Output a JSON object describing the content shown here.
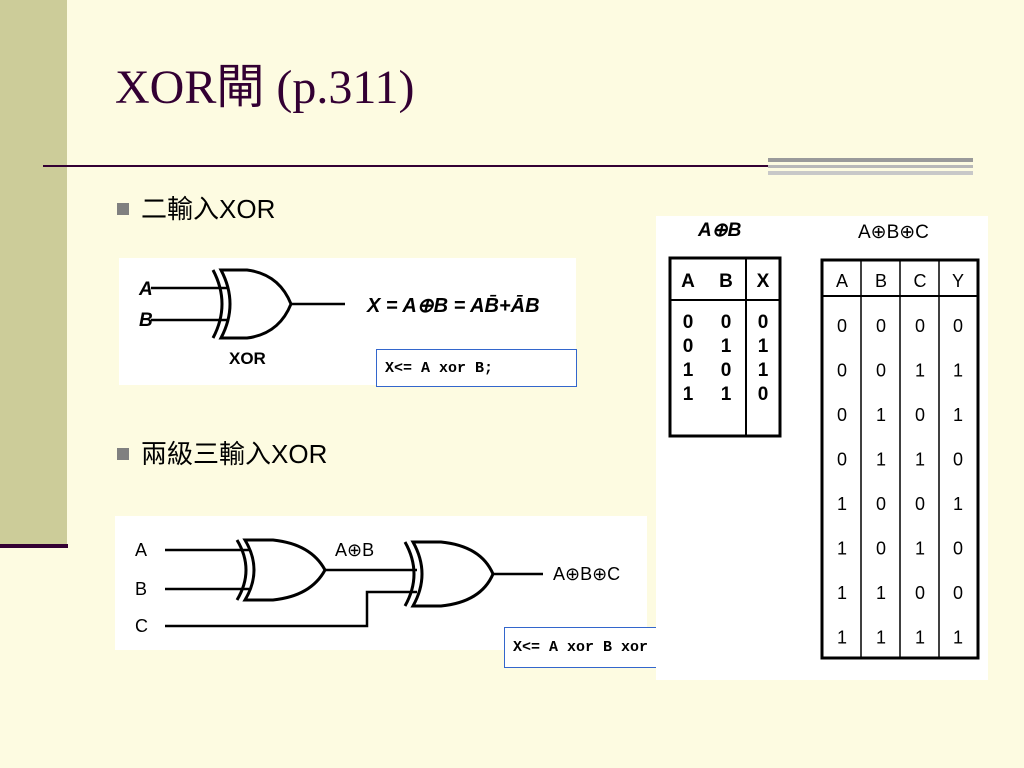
{
  "slide": {
    "title": "XOR閘 (p.311)",
    "colors": {
      "background": "#fdfbe1",
      "side_bar": "#cccc99",
      "title": "#330033",
      "code_border": "#3366cc"
    }
  },
  "bullets": [
    {
      "text": "二輸入XOR"
    },
    {
      "text": "兩級三輸入XOR"
    }
  ],
  "xor2_diagram": {
    "input_a": "A",
    "input_b": "B",
    "gate_label": "XOR",
    "equation": "X = A⊕B = AB̄+ĀB",
    "code": "X<= A xor B;"
  },
  "xor3_diagram": {
    "input_a": "A",
    "input_b": "B",
    "input_c": "C",
    "mid_label": "A⊕B",
    "out_label": "A⊕B⊕C",
    "code": "X<= A xor B xor C;"
  },
  "truth_table_2": {
    "title": "A⊕B",
    "headers": [
      "A",
      "B",
      "X"
    ],
    "rows": [
      [
        "0",
        "0",
        "0"
      ],
      [
        "0",
        "1",
        "1"
      ],
      [
        "1",
        "0",
        "1"
      ],
      [
        "1",
        "1",
        "0"
      ]
    ]
  },
  "truth_table_3": {
    "title": "A⊕B⊕C",
    "headers": [
      "A",
      "B",
      "C",
      "Y"
    ],
    "rows": [
      [
        "0",
        "0",
        "0",
        "0"
      ],
      [
        "0",
        "0",
        "1",
        "1"
      ],
      [
        "0",
        "1",
        "0",
        "1"
      ],
      [
        "0",
        "1",
        "1",
        "0"
      ],
      [
        "1",
        "0",
        "0",
        "1"
      ],
      [
        "1",
        "0",
        "1",
        "0"
      ],
      [
        "1",
        "1",
        "0",
        "0"
      ],
      [
        "1",
        "1",
        "1",
        "1"
      ]
    ]
  }
}
